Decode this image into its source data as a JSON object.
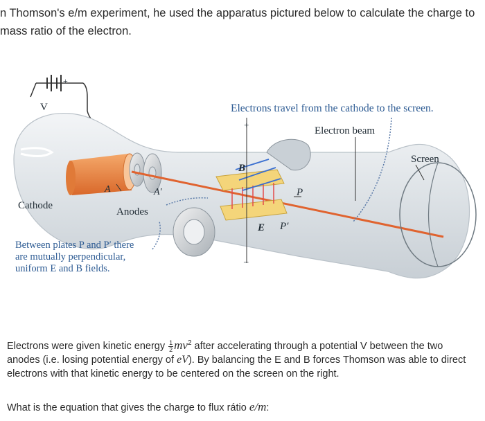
{
  "intro": {
    "line1": "n Thomson's e/m experiment, he used the apparatus pictured below to calculate the charge to",
    "line2": "mass ratio of the electron."
  },
  "figure": {
    "battery_label": "V",
    "battery_plus": "+",
    "title": "Electrons travel from the cathode to the screen.",
    "beam_label": "Electron beam",
    "screen_label": "Screen",
    "b_label": "B",
    "plate_p": "P",
    "plate_p_prime": "P′",
    "e_label": "E",
    "cathode_label": "Cathode",
    "anodes_label": "Anodes",
    "a_label": "A",
    "a_prime_label": "A′",
    "plus_sign": "+",
    "minus_sign": "–",
    "note": "Between plates P and P′ there\nare mutually perpendicular,\nuniform E and B fields.",
    "colors": {
      "glass": "#e6eaed",
      "glass_edge": "#c5ccd2",
      "beam": "#e0632f",
      "cathode": "#ec8a45",
      "plate": "#f4d57a",
      "field_b": "#3a6fd0",
      "field_e": "#e34a4a",
      "text_blue": "#2d5b93"
    }
  },
  "body": {
    "part1": "Electrons were given kinetic energy ",
    "frac_num": "1",
    "frac_den": "2",
    "mv2": "mv",
    "sq": "2",
    "part2": " after accelerating through a potential V between the two anodes (i.e. losing potential energy of ",
    "eV": "eV",
    "part3": "). By balancing the E and B forces Thomson was able to direct electrons with that kinetic energy to be centered on the screen on the right."
  },
  "question": {
    "text": "What is the equation that gives the charge to flux rátio ",
    "em": "e/m",
    "end": ":"
  }
}
